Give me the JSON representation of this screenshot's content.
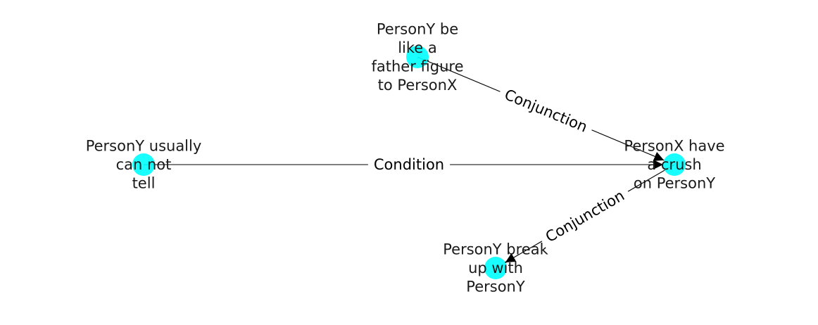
{
  "diagram": {
    "colors": {
      "node": "#00ffff",
      "edge": "#000000",
      "text": "#1a1a1a",
      "background": "#ffffff"
    },
    "nodes": [
      {
        "id": "n_father",
        "lines": [
          "PersonY be",
          "like a",
          "father figure",
          "to PersonX"
        ]
      },
      {
        "id": "n_tell",
        "lines": [
          "PersonY usually",
          "can not",
          "tell"
        ]
      },
      {
        "id": "n_crush",
        "lines": [
          "PersonX have",
          "a crush",
          "on PersonY"
        ]
      },
      {
        "id": "n_breakup",
        "lines": [
          "PersonY break",
          "up with",
          "PersonY"
        ]
      }
    ],
    "edges": [
      {
        "from": "n_father",
        "to": "n_crush",
        "label": "Conjunction"
      },
      {
        "from": "n_tell",
        "to": "n_crush",
        "label": "Condition"
      },
      {
        "from": "n_crush",
        "to": "n_breakup",
        "label": "Conjunction"
      }
    ]
  }
}
